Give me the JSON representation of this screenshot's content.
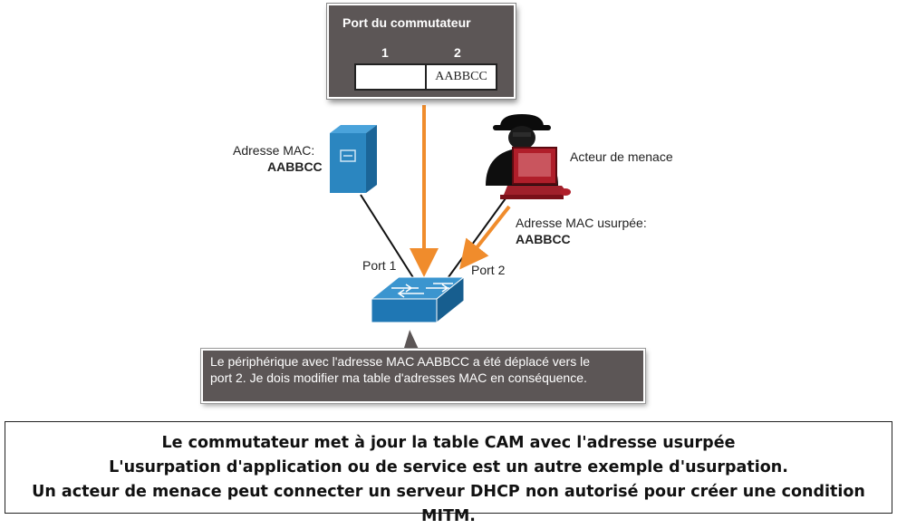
{
  "cam_table": {
    "title": "Port du commutateur",
    "ports": [
      "1",
      "2"
    ],
    "entries": [
      "",
      "AABBCC"
    ]
  },
  "server": {
    "mac_label": "Adresse MAC:",
    "mac_value": "AABBCC"
  },
  "attacker": {
    "name": "Acteur de menace",
    "mac_label": "Adresse MAC usurpée:",
    "mac_value": "AABBCC"
  },
  "switch": {
    "port1_label": "Port 1",
    "port2_label": "Port 2"
  },
  "bubble": {
    "line1": "Le périphérique avec l'adresse MAC AABBCC a été déplacé vers le",
    "line2": "port 2. Je dois modifier ma table d'adresses MAC en conséquence."
  },
  "caption": {
    "line1": "Le commutateur met à jour la table CAM avec l'adresse usurpée",
    "line2": "L'usurpation d'application ou de service est un autre exemple d'usurpation.",
    "line3": "Un acteur de menace peut connecter un serveur DHCP non autorisé pour créer une condition MITM."
  },
  "colors": {
    "arrow": "#f08c2c",
    "switch": "#1f77b4",
    "server": "#2b86c0",
    "attacker_pc": "#b01e2a"
  }
}
